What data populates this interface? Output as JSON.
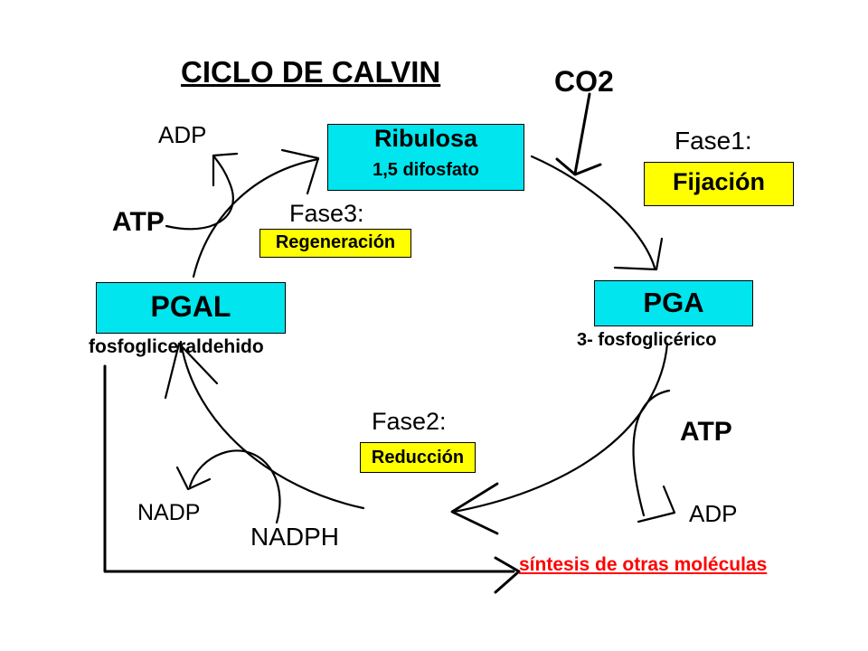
{
  "title": "CICLO DE CALVIN",
  "inputs": {
    "co2": "CO2"
  },
  "nodes": {
    "ribulosa": {
      "name": "Ribulosa",
      "subtitle": "1,5 difosfato"
    },
    "pga": {
      "name": "PGA",
      "subtitle": "3- fosfoglicérico"
    },
    "pgal": {
      "name": "PGAL",
      "subtitle": "fosfogliceraldehido"
    }
  },
  "phases": [
    {
      "label": "Fase1:",
      "name": "Fijación"
    },
    {
      "label": "Fase2:",
      "name": "Reducción"
    },
    {
      "label": "Fase3:",
      "name": "Regeneración"
    }
  ],
  "cofactors": {
    "top_left_atp": "ATP",
    "top_left_adp": "ADP",
    "right_atp": "ATP",
    "right_adp": "ADP",
    "bottom_nadph": "NADPH",
    "bottom_nadp": "NADP"
  },
  "output": "síntesis de otras moléculas",
  "colors": {
    "node_fill": "#00e5ee",
    "phase_fill": "#ffff00",
    "output_text": "#ff0000"
  }
}
